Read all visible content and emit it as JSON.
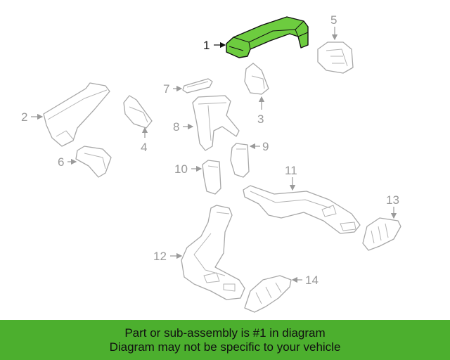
{
  "diagram": {
    "callouts": [
      "1",
      "2",
      "3",
      "4",
      "5",
      "6",
      "7",
      "8",
      "9",
      "10",
      "11",
      "12",
      "13",
      "14"
    ],
    "highlighted_part": "1",
    "highlight_color": "#6dcc3f",
    "part_line_color": "#a8a8a8"
  },
  "banner": {
    "line1": "Part or sub-assembly is #1 in diagram",
    "line2": "Diagram may not be specific to your vehicle",
    "background_color": "#4caf2e"
  }
}
